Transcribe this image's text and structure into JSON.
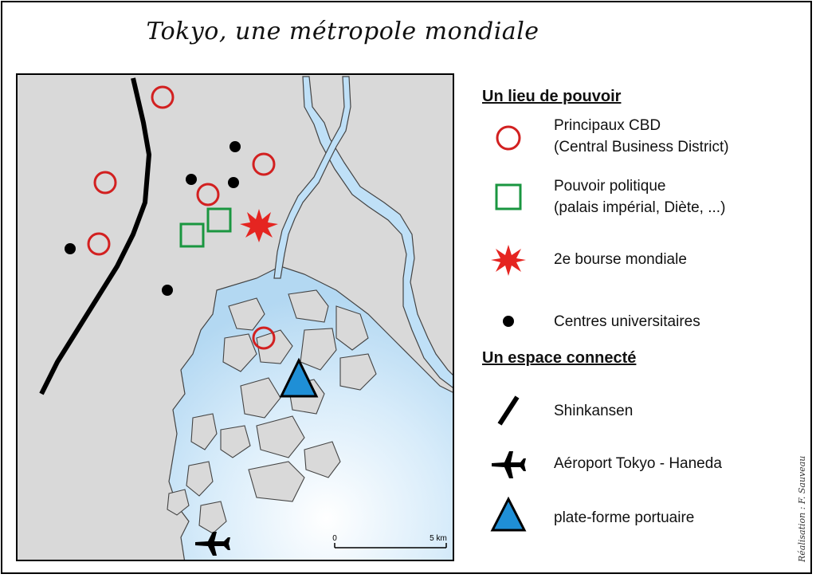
{
  "title": "Tokyo, une métropole mondiale",
  "legend": {
    "section1": "Un lieu de pouvoir",
    "cbd": [
      "Principaux CBD",
      "(Central Business District)"
    ],
    "politique": [
      "Pouvoir politique",
      "(palais impérial, Diète, ...)"
    ],
    "bourse": "2e bourse mondiale",
    "universites": "Centres universitaires",
    "section2": "Un espace connecté",
    "shinkansen": "Shinkansen",
    "aeroport": "Aéroport Tokyo - Haneda",
    "port": "plate-forme portuaire"
  },
  "scale": {
    "start": "0",
    "end": "5 km"
  },
  "credit": "Réalisation : F. Sauveau",
  "colors": {
    "land": "#d9d9d9",
    "water": "#bfe0f7",
    "cbd": "#d22020",
    "politique": "#1a9640",
    "bourse": "#e52521",
    "port": "#1f8fd6",
    "ink": "#111111"
  },
  "icons": [
    "cbd-circle-icon",
    "political-square-icon",
    "stock-exchange-star-icon",
    "university-dot-icon",
    "shinkansen-line-icon",
    "airplane-icon",
    "port-triangle-icon"
  ]
}
